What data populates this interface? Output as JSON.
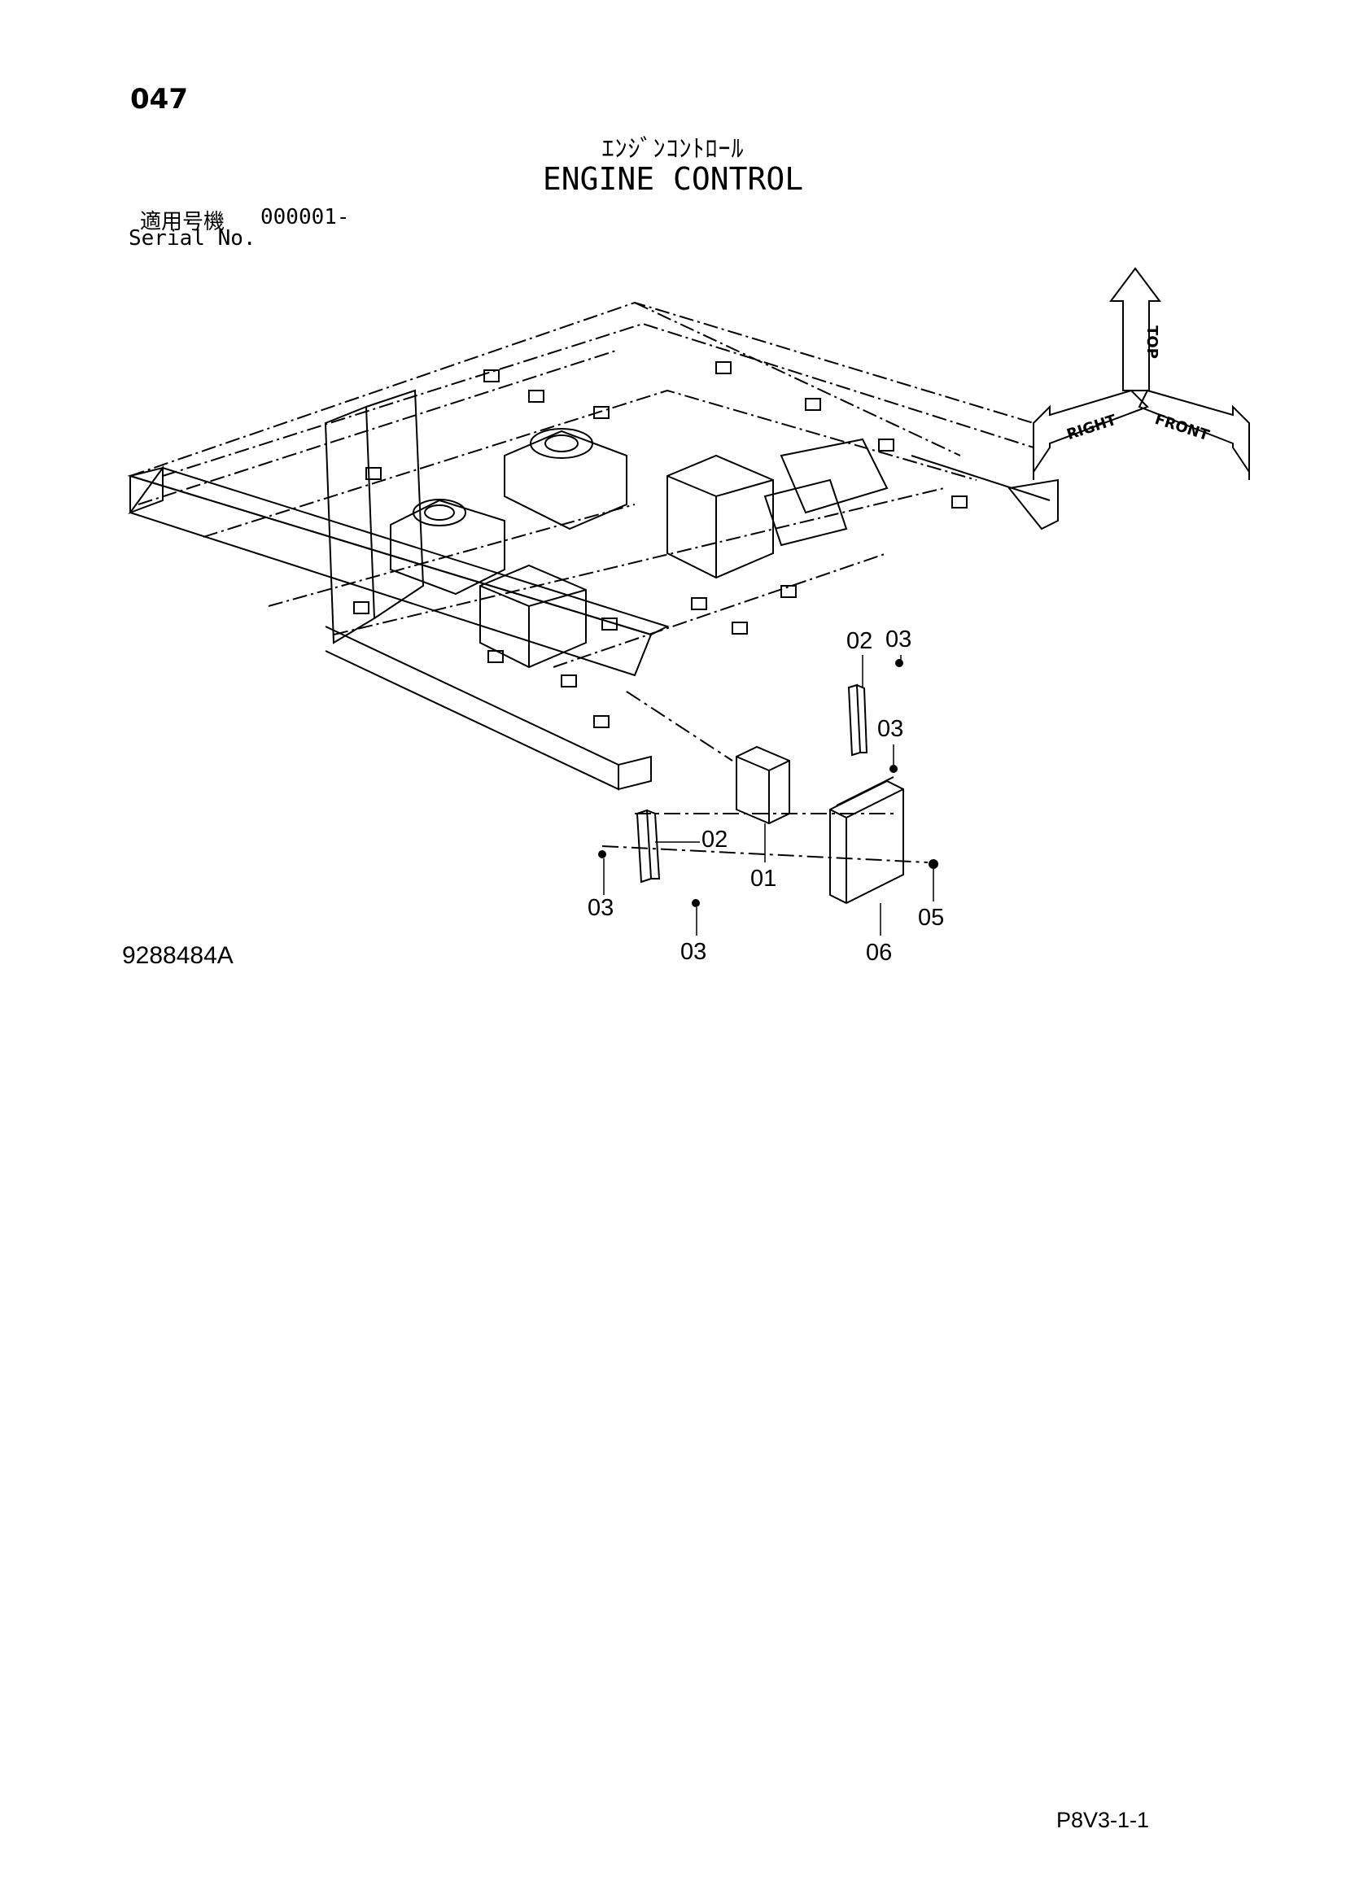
{
  "header": {
    "page_number": "047",
    "title_jp": "ｴﾝｼﾞﾝｺﾝﾄﾛｰﾙ",
    "title_en": "ENGINE CONTROL",
    "serial_label_jp": "適用号機",
    "serial_number": "000001-",
    "serial_label_en": "Serial No."
  },
  "diagram": {
    "part_labels": [
      {
        "id": "02a",
        "text": "02"
      },
      {
        "id": "03a",
        "text": "03"
      },
      {
        "id": "03b",
        "text": "03"
      },
      {
        "id": "02b",
        "text": "02"
      },
      {
        "id": "01",
        "text": "01"
      },
      {
        "id": "03c",
        "text": "03"
      },
      {
        "id": "03d",
        "text": "03"
      },
      {
        "id": "06",
        "text": "06"
      },
      {
        "id": "05",
        "text": "05"
      }
    ],
    "orientation": {
      "top": "TOP",
      "right": "RIGHT",
      "front": "FRONT"
    }
  },
  "footer": {
    "drawing_number": "9288484A",
    "page_code": "P8V3-1-1"
  }
}
